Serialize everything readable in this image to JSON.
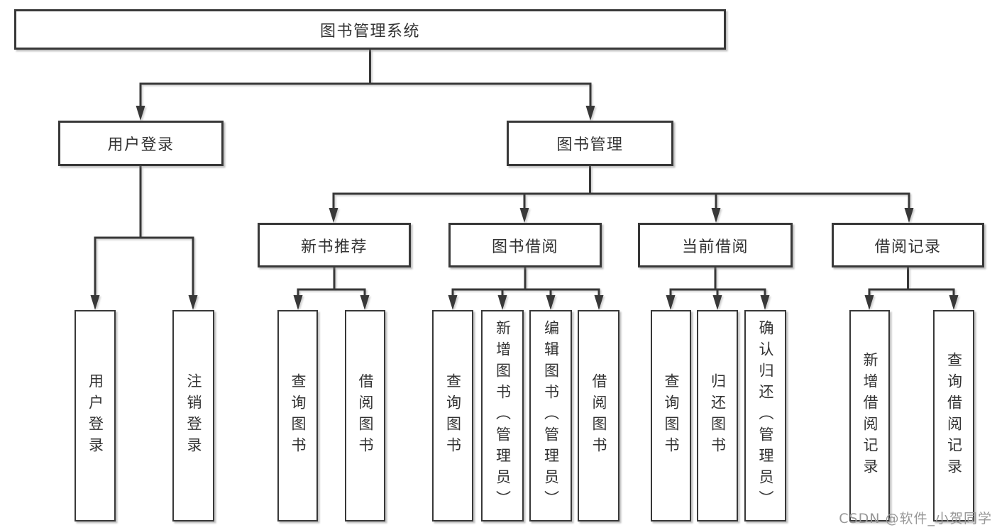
{
  "root": {
    "label": "图书管理系统"
  },
  "branches": {
    "user_login": {
      "label": "用户登录",
      "children": [
        "用户登录",
        "注销登录"
      ]
    },
    "book_management": {
      "label": "图书管理",
      "sections": {
        "new_book": {
          "label": "新书推荐",
          "children": [
            "查询图书",
            "借阅图书"
          ]
        },
        "borrow": {
          "label": "图书借阅",
          "children": [
            "查询图书",
            "新增图书（管理员）",
            "编辑图书（管理员）",
            "借阅图书"
          ]
        },
        "current": {
          "label": "当前借阅",
          "children": [
            "查询图书",
            "归还图书",
            "确认归还（管理员）"
          ]
        },
        "records": {
          "label": "借阅记录",
          "children": [
            "新增借阅记录",
            "查询借阅记录"
          ]
        }
      }
    }
  },
  "watermark": "CSDN @软件_小贺同学",
  "colors": {
    "line": "#383838",
    "text": "#333333",
    "box_background": "#ffffff",
    "page_background": "#ffffff",
    "watermark": "#979797"
  }
}
